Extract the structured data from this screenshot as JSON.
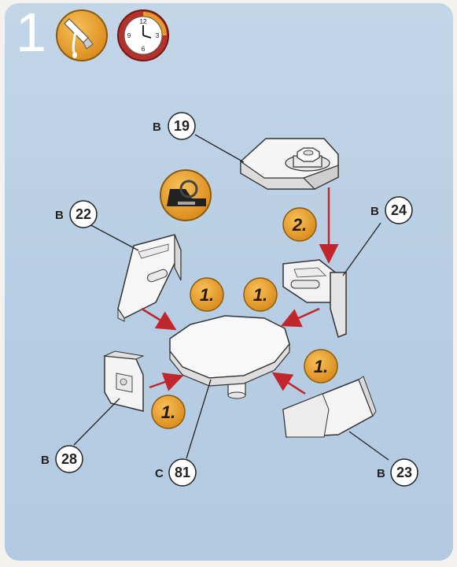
{
  "step": "1",
  "icons": {
    "glue": "glue-bottle-icon",
    "drying_time": "clock-icon",
    "tape": "tape-dispenser-icon"
  },
  "clock_numbers": [
    "12",
    "3",
    "6",
    "9"
  ],
  "parts": [
    {
      "prefix": "B",
      "number": "19"
    },
    {
      "prefix": "B",
      "number": "24"
    },
    {
      "prefix": "B",
      "number": "22"
    },
    {
      "prefix": "B",
      "number": "28"
    },
    {
      "prefix": "C",
      "number": "81"
    },
    {
      "prefix": "B",
      "number": "23"
    }
  ],
  "order_badges": [
    "1.",
    "1.",
    "1.",
    "1.",
    "2."
  ],
  "colors": {
    "background": "#b8cee3",
    "arrow": "#c0262c",
    "badge": "#e6a22e",
    "part_fill": "#f4f4f4"
  }
}
